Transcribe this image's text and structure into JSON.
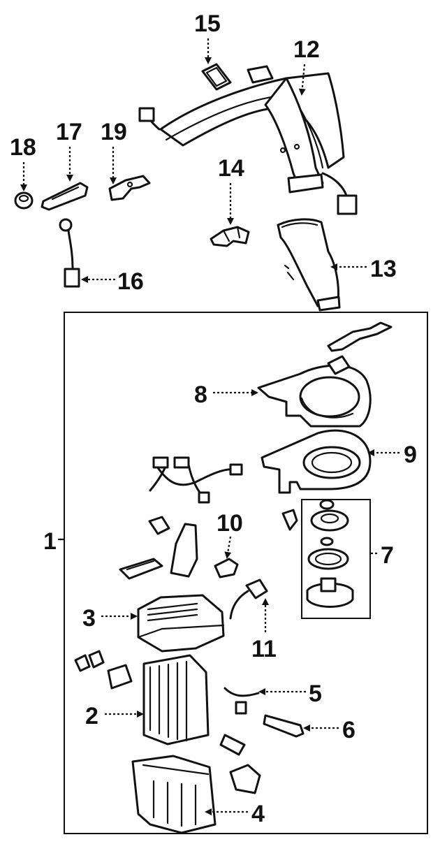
{
  "diagram": {
    "callouts": {
      "c1": "1",
      "c2": "2",
      "c3": "3",
      "c4": "4",
      "c5": "5",
      "c6": "6",
      "c7": "7",
      "c8": "8",
      "c9": "9",
      "c10": "10",
      "c11": "11",
      "c12": "12",
      "c13": "13",
      "c14": "14",
      "c15": "15",
      "c16": "16",
      "c17": "17",
      "c18": "18",
      "c19": "19"
    },
    "colors": {
      "ink": "#111111",
      "paper": "#ffffff"
    }
  }
}
